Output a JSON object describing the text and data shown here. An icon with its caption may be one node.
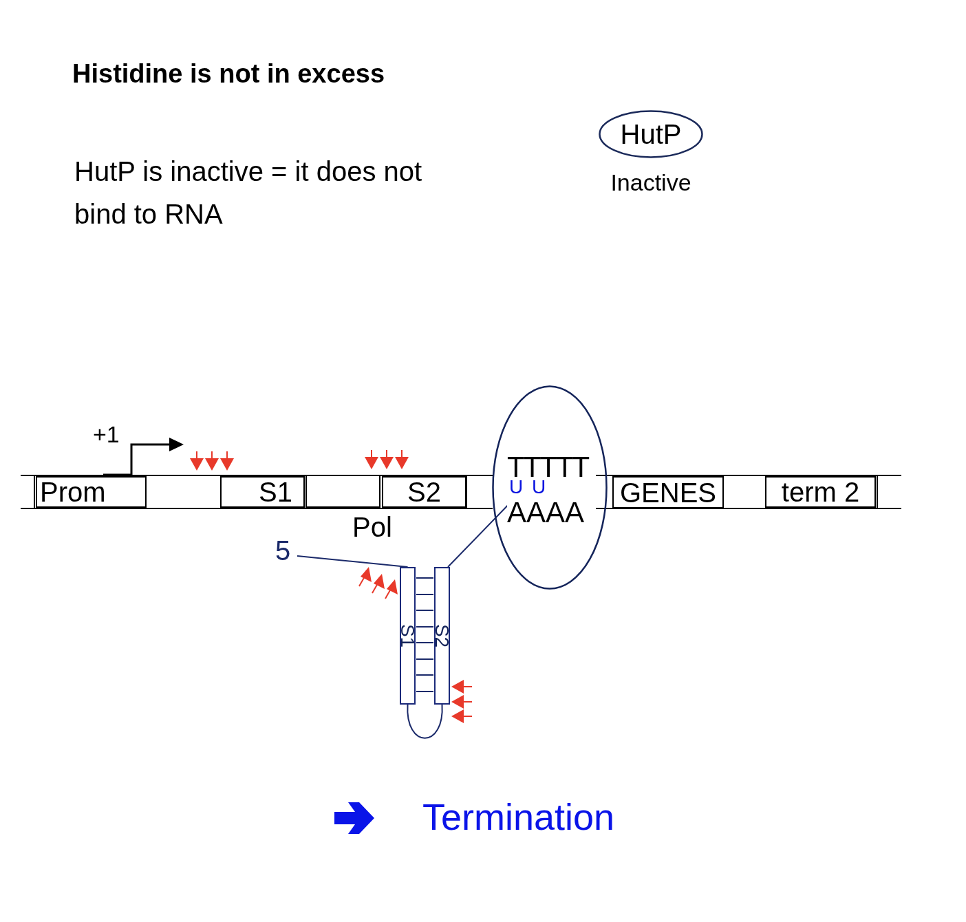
{
  "diagram": {
    "title": "Histidine is not in excess",
    "nodes": [
      {
        "text": [
          "HutP"
        ],
        "beside": [
          "Inactive"
        ]
      },
      {
        "text": [
          "Prom"
        ]
      },
      {
        "text": [
          "S1"
        ]
      },
      {
        "text": [],
        "shape": "box"
      },
      {
        "text": [
          "S2"
        ]
      },
      {
        "text": [
          "TTTTT",
          "AAAA"
        ]
      },
      {
        "text": [
          "U"
        ],
        "in": 5
      },
      {
        "text": [
          "U"
        ],
        "in": 5
      },
      {
        "text": [
          "GENES"
        ]
      },
      {
        "text": [
          "term 2"
        ]
      },
      {
        "text": [
          "5"
        ]
      },
      {
        "text": [
          "S1"
        ]
      },
      {
        "text": [
          "S2"
        ]
      }
    ],
    "edges": [
      {
        "from": 10,
        "to": 11,
        "arrow": "none"
      },
      {
        "from": 12,
        "to": 6,
        "arrow": "none"
      },
      {
        "from": 11,
        "to": 12,
        "arrow": "none"
      },
      {
        "from": 11,
        "to": 12,
        "arrow": "none"
      },
      {
        "from": 11,
        "to": 12,
        "arrow": "none"
      },
      {
        "from": 11,
        "to": 12,
        "arrow": "none"
      },
      {
        "from": 11,
        "to": 12,
        "arrow": "none"
      },
      {
        "from": 11,
        "to": 12,
        "arrow": "none"
      },
      {
        "from": 11,
        "to": 12,
        "arrow": "none"
      },
      {
        "from": 11,
        "to": 12,
        "arrow": "none"
      },
      {
        "from": 11,
        "to": 12,
        "arrow": "none"
      }
    ],
    "labels": [
      "HutP is inactive = it does not bind to RNA",
      "+1",
      "Pol",
      "Termination"
    ]
  }
}
